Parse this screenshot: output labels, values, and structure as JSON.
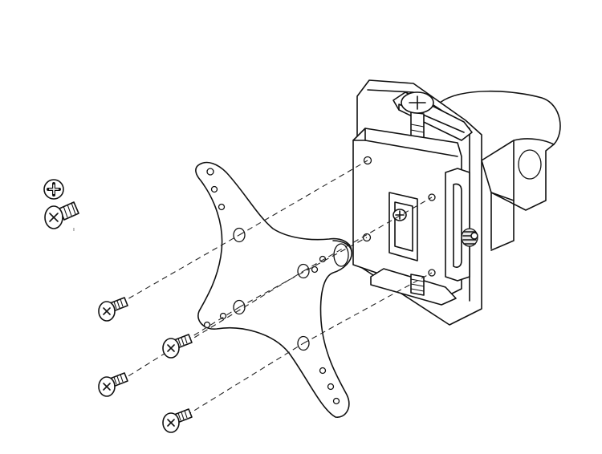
{
  "diagram": {
    "parts": [
      {
        "id": "vesa-adapter-plate"
      },
      {
        "id": "mount-bracket-assembly"
      },
      {
        "id": "mounting-screw",
        "count": 4
      }
    ],
    "legend": {
      "items": [
        {
          "icon": "phillips-screw-head-icon"
        },
        {
          "icon": "phillips-screw-side-icon"
        }
      ],
      "marker": "ı"
    }
  }
}
